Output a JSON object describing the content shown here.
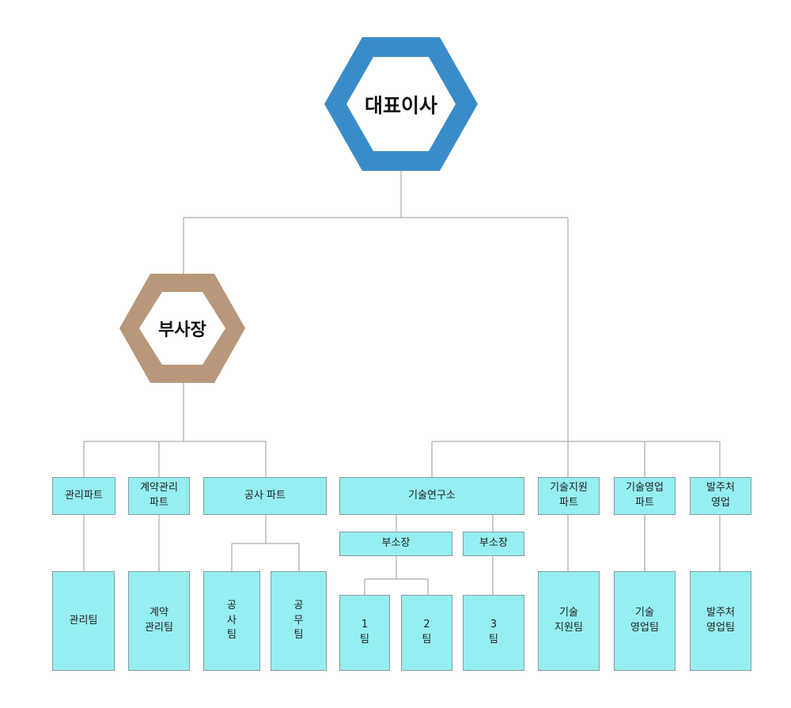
{
  "ceo": {
    "label": "대표이사",
    "color": "#3a8cc8"
  },
  "vp": {
    "label": "부사장",
    "color": "#b9977a"
  },
  "departments": {
    "admin_part": "관리파트",
    "contract_part": "계약관리\n파트",
    "construction_part": "공사 파트",
    "research_lab": "기술연구소",
    "tech_support_part": "기술지원\n파트",
    "tech_sales_part": "기술영업\n파트",
    "client_sales": "발주처\n영업"
  },
  "sub_directors": {
    "left": "부소장",
    "right": "부소장"
  },
  "teams": {
    "admin_team": "관리팀",
    "contract_team": "계약\n관리팀",
    "construction_team": "공\n사\n팀",
    "works_team": "공\n무\n팀",
    "team1": "1\n팀",
    "team2": "2\n팀",
    "team3": "3\n팀",
    "tech_support_team": "기술\n지원팀",
    "tech_sales_team": "기술\n영업팀",
    "client_sales_team": "발주처\n영업팀"
  },
  "colors": {
    "box_fill": "#95eef0",
    "connector": "#9a9a9a"
  }
}
